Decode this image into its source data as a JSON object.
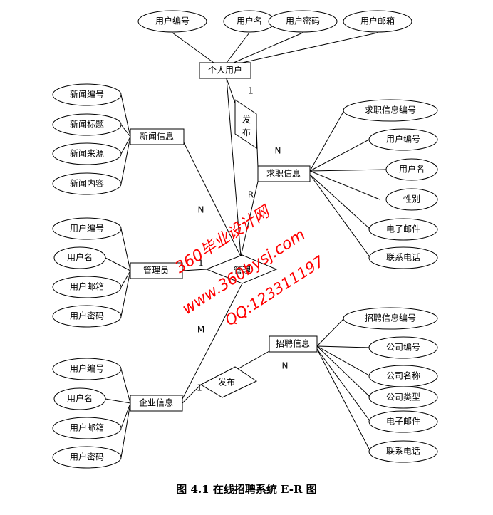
{
  "diagram": {
    "caption": "图 4.1    在线招聘系统 E-R 图",
    "entities": {
      "personal_user": "个人用户",
      "news_info": "新闻信息",
      "job_seek_info": "求职信息",
      "admin": "管理员",
      "company_info": "企业信息",
      "recruit_info": "招聘信息"
    },
    "relationships": {
      "publish_top": "发\n布",
      "manage": "管理",
      "publish_bottom": "发布"
    },
    "attributes": {
      "user_id": "用户编号",
      "username": "用户名",
      "user_password": "用户密码",
      "user_email": "用户邮箱",
      "news_id": "新闻编号",
      "news_title": "新闻标题",
      "news_source": "新闻来源",
      "news_content": "新闻内容",
      "seek_id": "求职信息编号",
      "seek_user_id": "用户编号",
      "seek_username": "用户名",
      "gender": "性别",
      "seek_email": "电子邮件",
      "seek_phone": "联系电话",
      "admin_user_id": "用户编号",
      "admin_username": "用户名",
      "admin_email": "用户邮箱",
      "admin_password": "用户密码",
      "recruit_id": "招聘信息编号",
      "company_id": "公司编号",
      "company_name": "公司名称",
      "company_type": "公司类型",
      "recruit_email": "电子邮件",
      "recruit_phone": "联系电话",
      "comp_user_id": "用户编号",
      "comp_username": "用户名",
      "comp_email": "用户邮箱",
      "comp_password": "用户密码"
    },
    "cardinalities": {
      "c1": "1",
      "cN1": "N",
      "cR": "R",
      "cN2": "N",
      "c1b": "1",
      "cM": "M",
      "c1c": "1",
      "cN3": "N"
    },
    "watermark": {
      "line1": "360毕业设计网",
      "line2": "www.360bysj.com",
      "line3": "QQ:123311197",
      "color": "#ff0000"
    }
  }
}
